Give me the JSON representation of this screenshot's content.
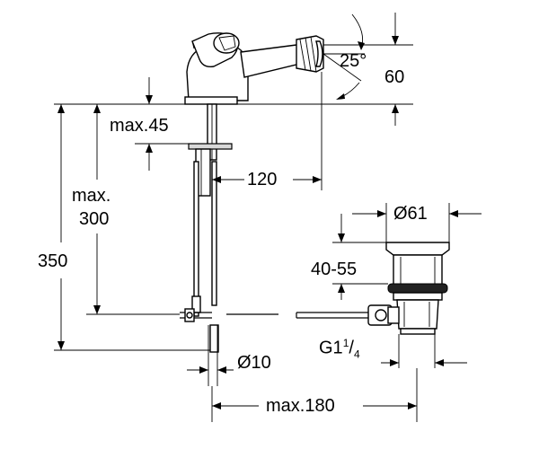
{
  "dimensions": {
    "angle": "25°",
    "spout_height": "60",
    "mount_thickness_max": "max.45",
    "spout_reach": "120",
    "hose_length_max_line1": "max.",
    "hose_length_max_line2": "300",
    "total_height": "350",
    "waste_diameter": "Ø61",
    "waste_thickness": "40-55",
    "thread_prefix": "G1",
    "thread_num": "1",
    "thread_slash": "/",
    "thread_den": "4",
    "rod_diameter": "Ø10",
    "pop_up_length_max": "max.180"
  }
}
